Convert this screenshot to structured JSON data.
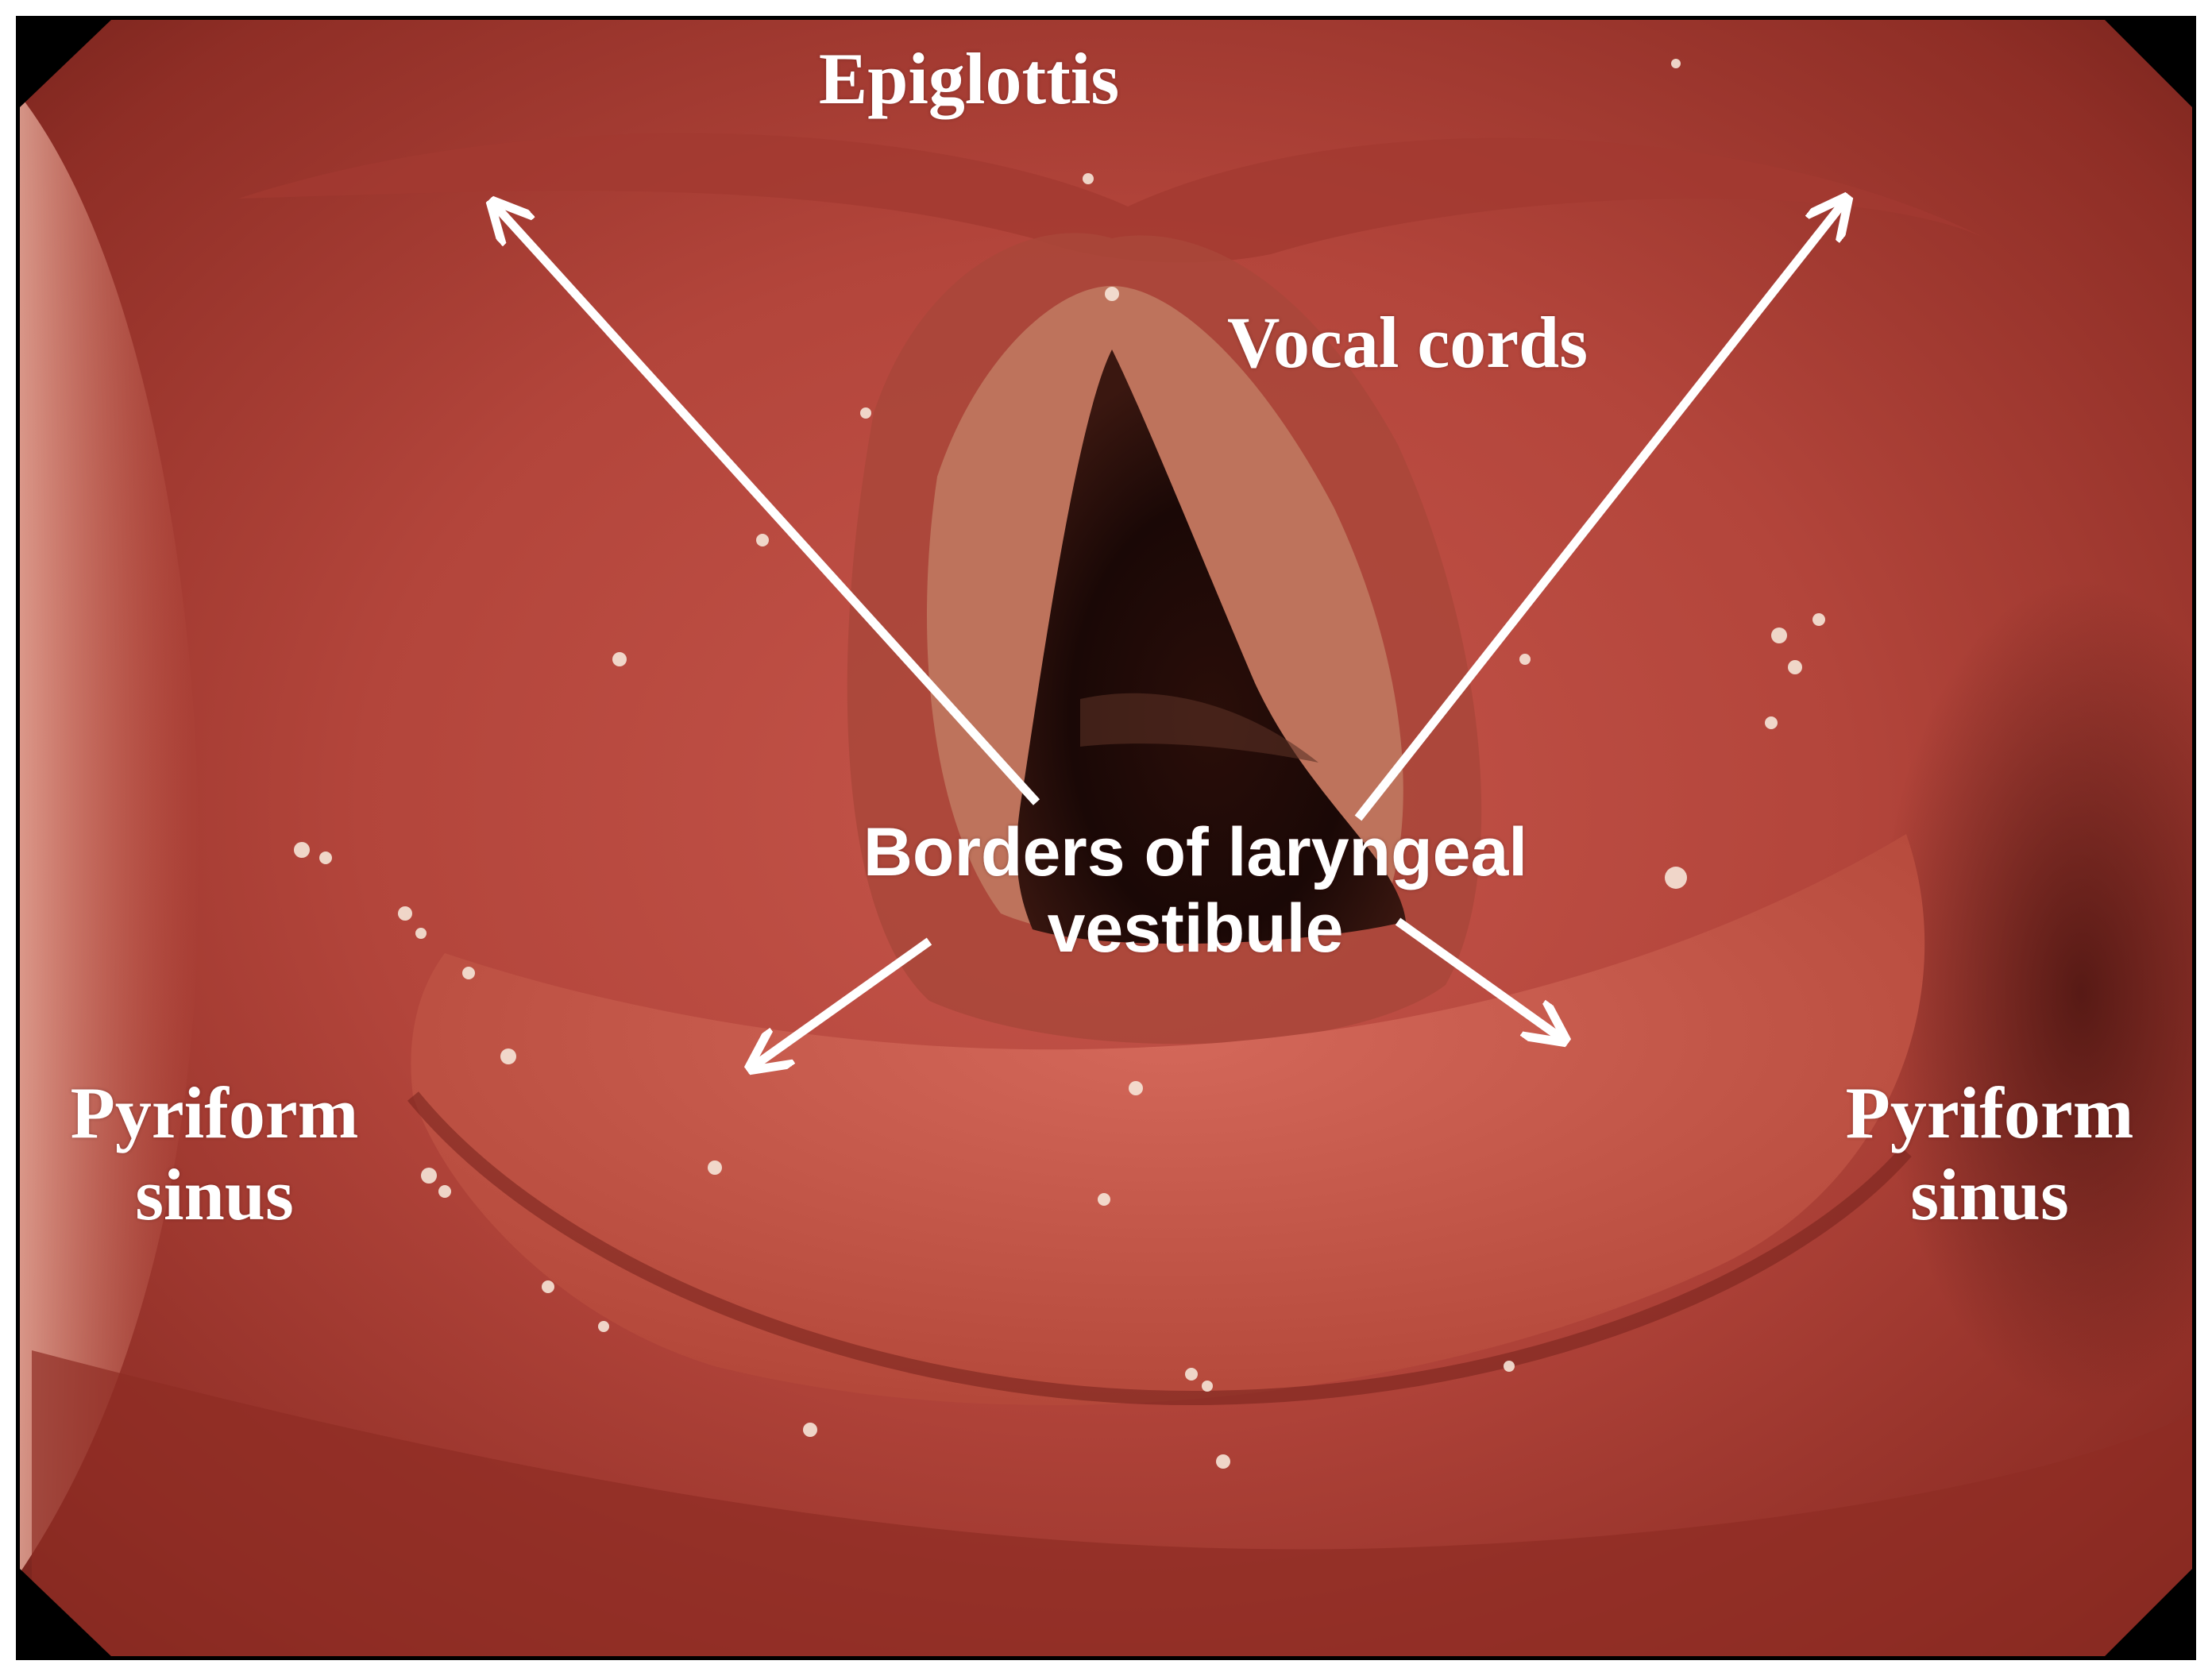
{
  "labels": {
    "epiglottis": "Epiglottis",
    "vocal_cords": "Vocal cords",
    "borders_line1": "Borders of laryngeal",
    "borders_line2": "vestibule",
    "pyriform_left_line1": "Pyriform",
    "pyriform_left_line2": "sinus",
    "pyriform_right_line1": "Pyriform",
    "pyriform_right_line2": "sinus"
  },
  "colors": {
    "tissue_base": "#b8423a",
    "tissue_dark": "#6e1e18",
    "tissue_light": "#d66b5c",
    "lumen": "#1a0806",
    "label_text": "#ffffff",
    "arrow": "#ffffff",
    "frame": "#000000"
  }
}
